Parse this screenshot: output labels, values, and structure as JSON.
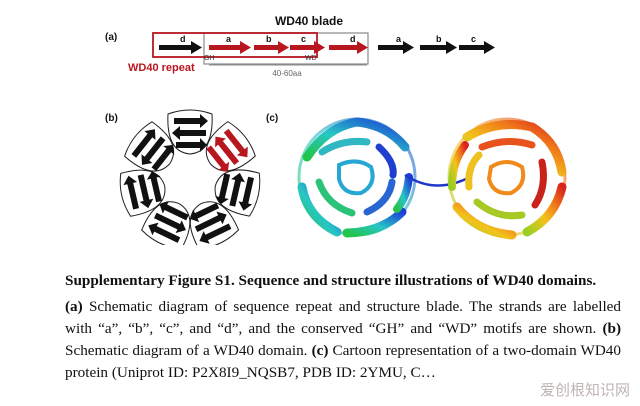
{
  "figure": {
    "panel_a": {
      "label": "(a)",
      "title": "WD40 blade",
      "repeat_label": "WD40 repeat",
      "length_label": "40-60aa",
      "strands_first": [
        "d"
      ],
      "strands_blade": [
        "a",
        "b",
        "c",
        "d"
      ],
      "strands_next": [
        "a",
        "b",
        "c"
      ],
      "motif_gh": "GH",
      "motif_wd": "WD",
      "colors": {
        "repeat": "#b8171f",
        "strand": "#111111",
        "box": "#8a8a8a"
      }
    },
    "panel_b": {
      "label": "(b)"
    },
    "panel_c": {
      "label": "(c)"
    }
  },
  "caption": {
    "title": "Supplementary Figure S1. Sequence and structure illustrations of WD40 domains.",
    "a_label": "(a)",
    "a_text": " Schematic diagram of sequence repeat and structure blade. The strands are labelled with “a”, “b”, “c”, and “d”, and the conserved “GH” and “WD” motifs are shown. ",
    "b_label": "(b)",
    "b_text": " Schematic diagram of a WD40 domain. ",
    "c_label": "(c)",
    "c_text": " Cartoon representation of a two-domain WD40 protein (Uniprot ID: P2X8I9_NQSB7, PDB ID: 2YMU, C…"
  },
  "watermark": "爱创根知识网"
}
